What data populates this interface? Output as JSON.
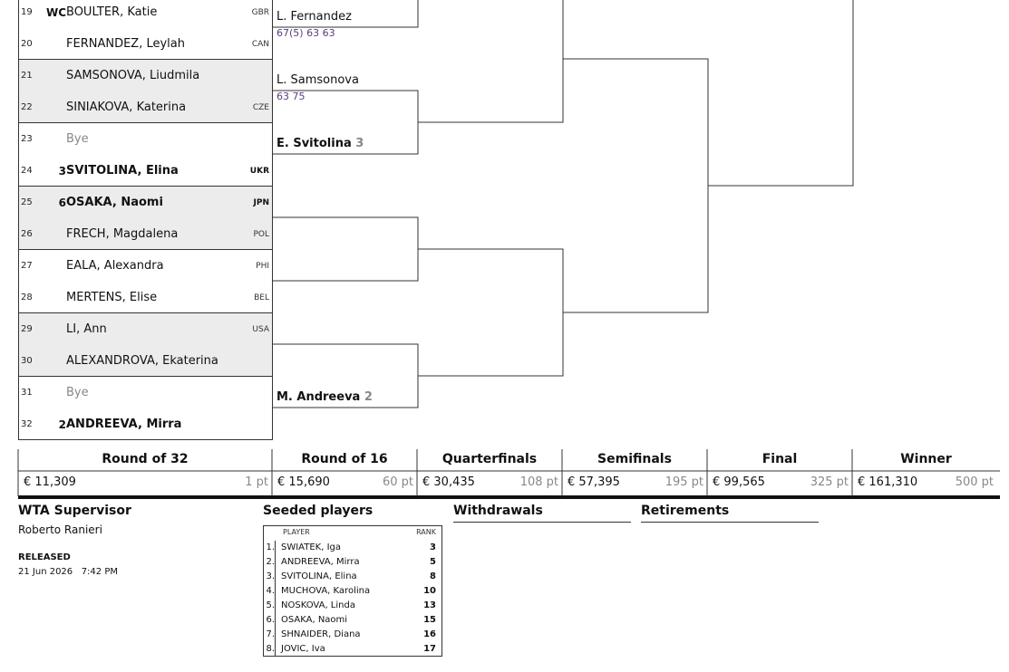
{
  "draw": {
    "rows": [
      {
        "num": "19",
        "seed": "WC",
        "name": "BOULTER, Katie",
        "nat": "GBR",
        "bold": false,
        "bye": false
      },
      {
        "num": "20",
        "seed": "",
        "name": "FERNANDEZ, Leylah",
        "nat": "CAN",
        "bold": false,
        "bye": false
      },
      {
        "num": "21",
        "seed": "",
        "name": "SAMSONOVA, Liudmila",
        "nat": "",
        "bold": false,
        "bye": false
      },
      {
        "num": "22",
        "seed": "",
        "name": "SINIAKOVA, Katerina",
        "nat": "CZE",
        "bold": false,
        "bye": false
      },
      {
        "num": "23",
        "seed": "",
        "name": "Bye",
        "nat": "",
        "bold": false,
        "bye": true
      },
      {
        "num": "24",
        "seed": "3",
        "name": "SVITOLINA, Elina",
        "nat": "UKR",
        "bold": true,
        "bye": false
      },
      {
        "num": "25",
        "seed": "6",
        "name": "OSAKA, Naomi",
        "nat": "JPN",
        "bold": true,
        "bye": false
      },
      {
        "num": "26",
        "seed": "",
        "name": "FRECH, Magdalena",
        "nat": "POL",
        "bold": false,
        "bye": false
      },
      {
        "num": "27",
        "seed": "",
        "name": "EALA, Alexandra",
        "nat": "PHI",
        "bold": false,
        "bye": false
      },
      {
        "num": "28",
        "seed": "",
        "name": "MERTENS, Elise",
        "nat": "BEL",
        "bold": false,
        "bye": false
      },
      {
        "num": "29",
        "seed": "",
        "name": "LI, Ann",
        "nat": "USA",
        "bold": false,
        "bye": false
      },
      {
        "num": "30",
        "seed": "",
        "name": "ALEXANDROVA, Ekaterina",
        "nat": "",
        "bold": false,
        "bye": false
      },
      {
        "num": "31",
        "seed": "",
        "name": "Bye",
        "nat": "",
        "bold": false,
        "bye": true
      },
      {
        "num": "32",
        "seed": "2",
        "name": "ANDREEVA, Mirra",
        "nat": "",
        "bold": true,
        "bye": false
      }
    ],
    "r16": [
      {
        "name": "L. Fernandez",
        "seed": "",
        "score": "67(5) 63 63",
        "bold": false
      },
      {
        "name": "L. Samsonova",
        "seed": "",
        "score": "63 75",
        "bold": false
      },
      {
        "name": "E. Svitolina",
        "seed": "3",
        "score": "",
        "bold": true
      },
      {
        "name": "M. Andreeva",
        "seed": "2",
        "score": "",
        "bold": true
      }
    ]
  },
  "rounds": [
    {
      "title": "Round of 32",
      "prize": "€ 11,309",
      "points": "1 pt"
    },
    {
      "title": "Round of 16",
      "prize": "€ 15,690",
      "points": "60 pt"
    },
    {
      "title": "Quarterfinals",
      "prize": "€ 30,435",
      "points": "108 pt"
    },
    {
      "title": "Semifinals",
      "prize": "€ 57,395",
      "points": "195 pt"
    },
    {
      "title": "Final",
      "prize": "€ 99,565",
      "points": "325 pt"
    },
    {
      "title": "Winner",
      "prize": "€ 161,310",
      "points": "500 pt"
    }
  ],
  "supervisor": {
    "title": "WTA Supervisor",
    "name": "Roberto Ranieri"
  },
  "release": {
    "label": "RELEASED",
    "datetime": "21 Jun 2026   7:42 PM"
  },
  "seeded": {
    "title": "Seeded players",
    "col_player": "PLAYER",
    "col_rank": "RANK",
    "players": [
      {
        "idx": "1.",
        "name": "SWIATEK, Iga",
        "rank": "3"
      },
      {
        "idx": "2.",
        "name": "ANDREEVA, Mirra",
        "rank": "5"
      },
      {
        "idx": "3.",
        "name": "SVITOLINA, Elina",
        "rank": "8"
      },
      {
        "idx": "4.",
        "name": "MUCHOVA, Karolina",
        "rank": "10"
      },
      {
        "idx": "5.",
        "name": "NOSKOVA, Linda",
        "rank": "13"
      },
      {
        "idx": "6.",
        "name": "OSAKA, Naomi",
        "rank": "15"
      },
      {
        "idx": "7.",
        "name": "SHNAIDER, Diana",
        "rank": "16"
      },
      {
        "idx": "8.",
        "name": "JOVIC, Iva",
        "rank": "17"
      }
    ]
  },
  "withdrawals": {
    "title": "Withdrawals"
  },
  "retirements": {
    "title": "Retirements"
  }
}
